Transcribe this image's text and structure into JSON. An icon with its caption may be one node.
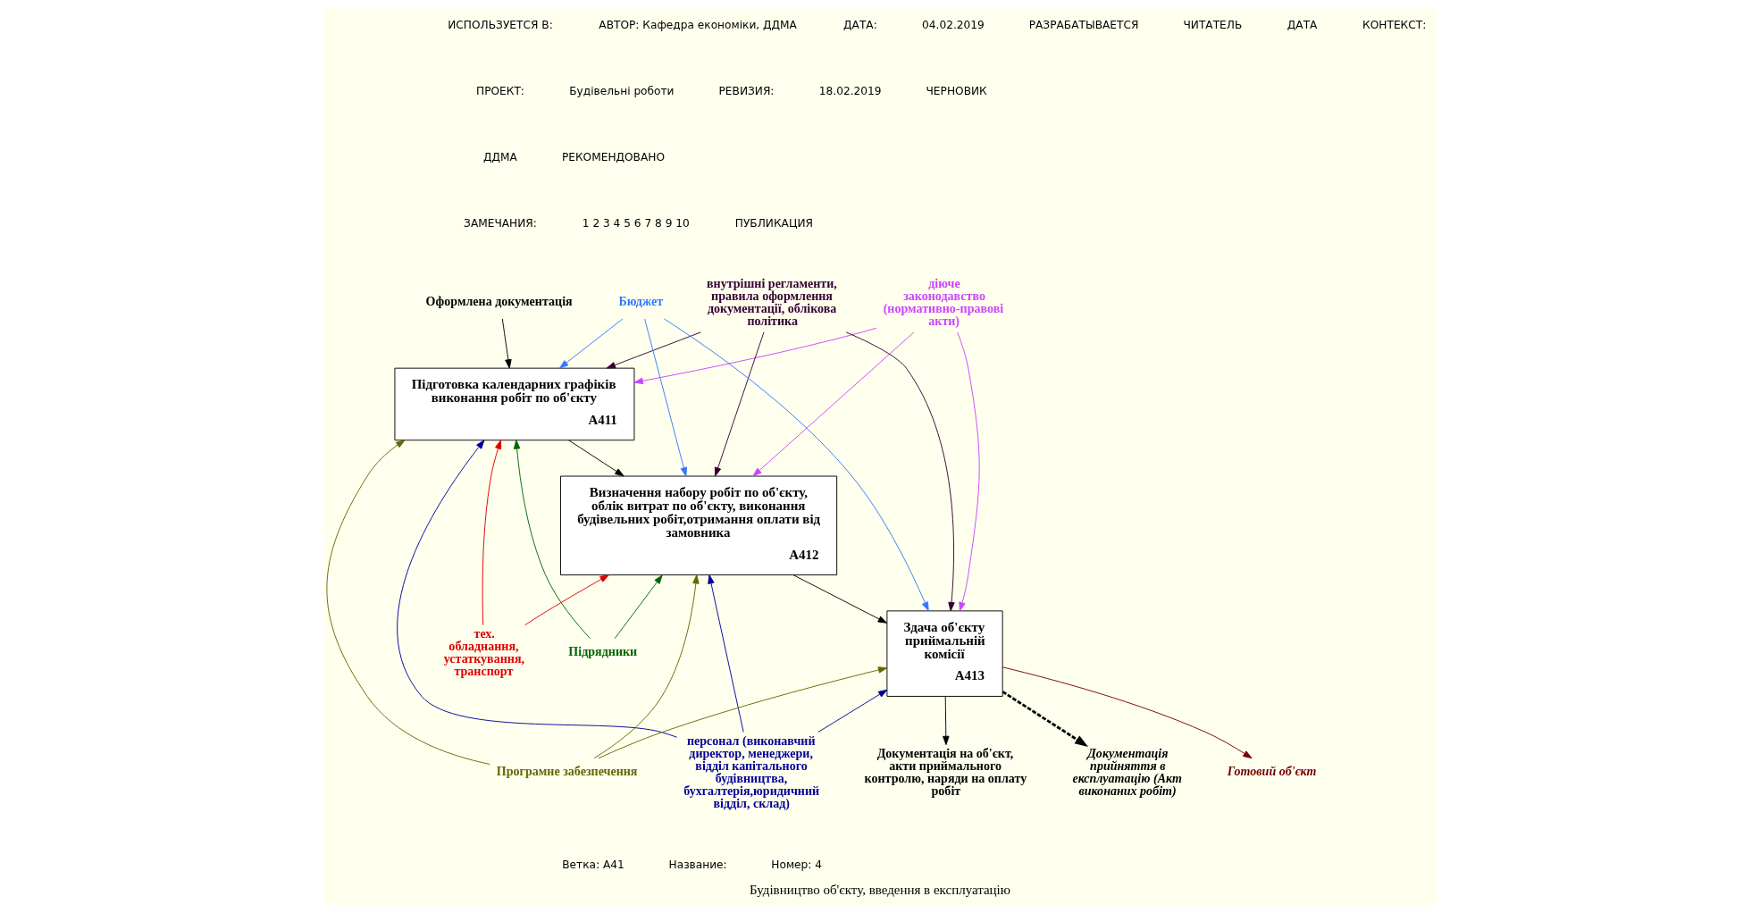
{
  "diagram": {
    "title": "Будівництво об'єкту, введення в експлуатацію",
    "nodes": [
      {
        "text": [
          "Підготовка календарних графіків виконання робіт по об'єкту",
          "А411"
        ]
      },
      {
        "text": [
          "Визначення набору робіт по об'єкту, облік витрат по об'єкту, виконання будівельних робіт,отримання оплати від замовника",
          "А412"
        ]
      },
      {
        "text": [
          "Здача об'єкту приймальній комісії",
          "А413"
        ]
      },
      {
        "text": [
          "Оформлена документація"
        ]
      },
      {
        "text": [
          "діюче законодавство (нормативно-правові акти)"
        ]
      },
      {
        "text": [
          "внутрішні регламенти, правила оформлення документації, облікова політика"
        ]
      },
      {
        "text": [
          "Бюджет"
        ]
      },
      {
        "text": [
          "Програмне забезпечення"
        ]
      },
      {
        "text": [
          "тех. обладнання, устаткування, транспорт"
        ]
      },
      {
        "text": [
          "персонал (виконавчий директор, менеджери, відділ капітального будівництва, бухгалтерія,юридичний відділ, склад)"
        ]
      },
      {
        "text": [
          "Підрядники"
        ]
      },
      {
        "text": [
          "Документація прийняття в експлуатацію (Акт виконаних робіт)"
        ]
      },
      {
        "text": [
          "Готовий об'єкт"
        ]
      },
      {
        "text": [
          "Документація на об'єкт, акти приймального контролю, наряди на оплату робіт"
        ]
      }
    ],
    "edges": [
      {
        "from": 3,
        "to": 0,
        "arrow": "to"
      },
      {
        "from": 0,
        "to": 1,
        "arrow": "to"
      },
      {
        "from": 1,
        "to": 2,
        "arrow": "to"
      },
      {
        "from": 4,
        "to": 0,
        "arrow": "to",
        "color": "#cc44ff"
      },
      {
        "from": 4,
        "to": 1,
        "arrow": "to",
        "color": "#cc44ff"
      },
      {
        "from": 4,
        "to": 2,
        "arrow": "to",
        "color": "#cc44ff"
      },
      {
        "from": 5,
        "to": 0,
        "arrow": "to",
        "color": "#330033"
      },
      {
        "from": 5,
        "to": 1,
        "arrow": "to",
        "color": "#330033"
      },
      {
        "from": 5,
        "to": 2,
        "arrow": "to",
        "color": "#330033"
      },
      {
        "from": 6,
        "to": 0,
        "arrow": "to",
        "color": "#3377ff"
      },
      {
        "from": 6,
        "to": 1,
        "arrow": "to",
        "color": "#3377ff"
      },
      {
        "from": 6,
        "to": 2,
        "arrow": "to",
        "color": "#3377ff"
      },
      {
        "from": 7,
        "to": 0,
        "arrow": "to",
        "color": "#666600"
      },
      {
        "from": 7,
        "to": 1,
        "arrow": "to",
        "color": "#666600"
      },
      {
        "from": 7,
        "to": 2,
        "arrow": "to",
        "color": "#666600"
      },
      {
        "from": 8,
        "to": 0,
        "arrow": "to",
        "color": "#dd0000"
      },
      {
        "from": 8,
        "to": 1,
        "arrow": "to",
        "color": "#dd0000"
      },
      {
        "from": 9,
        "to": 0,
        "arrow": "to",
        "color": "#000099"
      },
      {
        "from": 9,
        "to": 1,
        "arrow": "to",
        "color": "#000099"
      },
      {
        "from": 9,
        "to": 2,
        "arrow": "to",
        "color": "#000099"
      },
      {
        "from": 10,
        "to": 0,
        "arrow": "to",
        "color": "#006600"
      },
      {
        "from": 10,
        "to": 1,
        "arrow": "to",
        "color": "#006600"
      },
      {
        "from": 2,
        "to": 11,
        "arrow": "to",
        "style": "dashed"
      },
      {
        "from": 2,
        "to": 12,
        "arrow": "to",
        "color": "#770000"
      },
      {
        "from": 2,
        "to": 13,
        "arrow": "to"
      }
    ],
    "labels": [
      "ИСПОЛЬЗУЕТСЯ В:",
      "АВТОР: Кафедра економіки, ДДМА",
      "ДАТА:",
      "04.02.2019",
      "РАЗРАБАТЫВАЕТСЯ",
      "ЧИТАТЕЛЬ",
      "ДАТА",
      "КОНТЕКСТ:",
      "ПРОЕКТ:",
      "Будівельні роботи",
      "РЕВИЗИЯ:",
      "18.02.2019",
      "ЧЕРНОВИК",
      "ДДМА",
      "РЕКОМЕНДОВАНО",
      "ЗАМЕЧАНИЯ:",
      "1 2 3 4 5 6 7 8 9 10",
      "ПУБЛИКАЦИЯ",
      "Ветка: А41",
      "Название:",
      "Номер: 4"
    ]
  }
}
